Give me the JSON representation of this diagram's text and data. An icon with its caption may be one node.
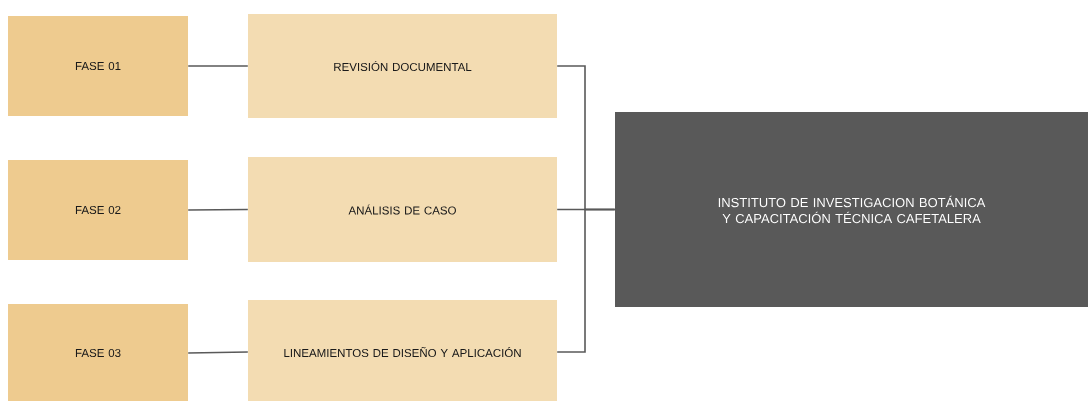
{
  "diagram": {
    "nodes": [
      {
        "text": [
          "FASE 01"
        ]
      },
      {
        "text": [
          "REVISIÓN DOCUMENTAL"
        ]
      },
      {
        "text": [
          "FASE 02"
        ]
      },
      {
        "text": [
          "ANÁLISIS DE CASO"
        ]
      },
      {
        "text": [
          "FASE 03"
        ]
      },
      {
        "text": [
          "LINEAMIENTOS DE DISEÑO Y APLICACIÓN"
        ]
      },
      {
        "text": [
          "INSTITUTO DE INVESTIGACION BOTÁNICA Y CAPACITACIÓN TÉCNICA CAFETALERA"
        ]
      }
    ],
    "edges": [
      {
        "from": 0,
        "to": 1,
        "arrow": "none"
      },
      {
        "from": 2,
        "to": 3,
        "arrow": "none"
      },
      {
        "from": 4,
        "to": 5,
        "arrow": "none"
      },
      {
        "from": 1,
        "to": 6,
        "arrow": "none"
      },
      {
        "from": 3,
        "to": 6,
        "arrow": "none"
      },
      {
        "from": 5,
        "to": 6,
        "arrow": "none"
      }
    ]
  }
}
